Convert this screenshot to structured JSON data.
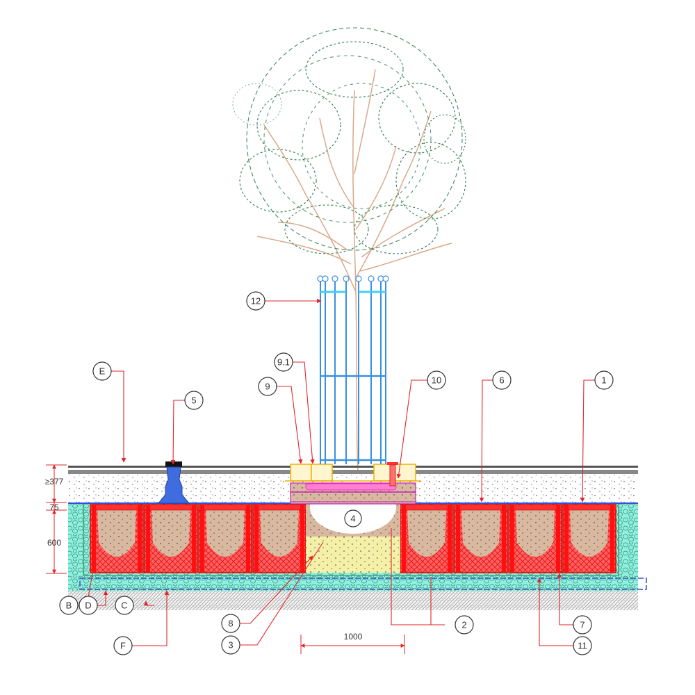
{
  "title": "Tree pit cross-section with structural soil cells",
  "colors": {
    "leader": "#e0262b",
    "foliage": "#2f7a4f",
    "branches": "#d9a98a",
    "guard": "#3a8fe0",
    "cells": "#ff2020",
    "cell_fill": "#d9b8a0",
    "gravel": "#8ef0e0",
    "pit_soil": "#f4f0a8",
    "frame": "#f0c020",
    "irrigation": "#ff60c0",
    "drain_pipe": "#3050c0",
    "paving": "#666666"
  },
  "dimensions": {
    "top_layer": "≥377",
    "membrane": "75",
    "cell_height": "600",
    "pit_width": "1000"
  },
  "callouts": [
    {
      "id": "12",
      "label": "12"
    },
    {
      "id": "9.1",
      "label": "9.1"
    },
    {
      "id": "9",
      "label": "9"
    },
    {
      "id": "10",
      "label": "10"
    },
    {
      "id": "6",
      "label": "6"
    },
    {
      "id": "1",
      "label": "1"
    },
    {
      "id": "E",
      "label": "E"
    },
    {
      "id": "5",
      "label": "5"
    },
    {
      "id": "4",
      "label": "4"
    },
    {
      "id": "B",
      "label": "B"
    },
    {
      "id": "D",
      "label": "D"
    },
    {
      "id": "C",
      "label": "C"
    },
    {
      "id": "F",
      "label": "F"
    },
    {
      "id": "8",
      "label": "8"
    },
    {
      "id": "3",
      "label": "3"
    },
    {
      "id": "2",
      "label": "2"
    },
    {
      "id": "7",
      "label": "7"
    },
    {
      "id": "11",
      "label": "11"
    }
  ]
}
